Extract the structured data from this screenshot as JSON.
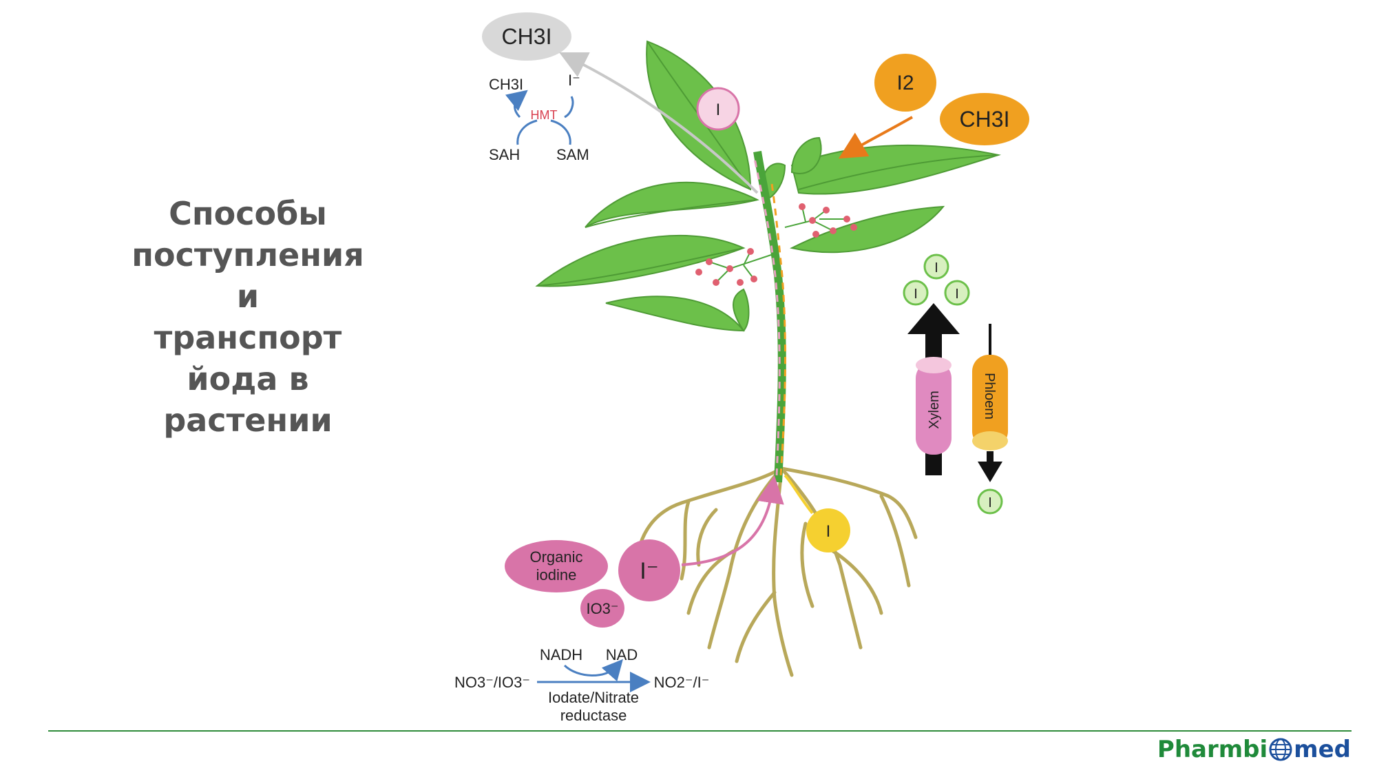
{
  "title_lines": [
    "Способы",
    "поступления",
    "и",
    "транспорт",
    "йода в",
    "растении"
  ],
  "labels": {
    "ch3i_top": "CH3I",
    "hmt_ch3i": "CH3I",
    "hmt_iminus": "I⁻",
    "hmt": "HMT",
    "sah": "SAH",
    "sam": "SAM",
    "i2": "I2",
    "ch3i_right": "CH3I",
    "leaf_i": "I",
    "xylem": "Xylem",
    "phloem": "Phloem",
    "i_symbol": "I",
    "organic": "Organic",
    "iodine": "iodine",
    "i_minus": "I⁻",
    "io3": "IO3⁻",
    "nadh": "NADH",
    "nad": "NAD",
    "reaction_left": "NO3⁻/IO3⁻",
    "reaction_right": "NO2⁻/I⁻",
    "enzyme_line1": "Iodate/Nitrate",
    "enzyme_line2": "reductase",
    "root_i": "I"
  },
  "logo": {
    "part1": "Pharmbi",
    "part2": "med"
  },
  "colors": {
    "leaf": "#6cc04a",
    "pink": "#d874a8",
    "orange": "#f0a020",
    "footer": "#2e8b3a"
  }
}
